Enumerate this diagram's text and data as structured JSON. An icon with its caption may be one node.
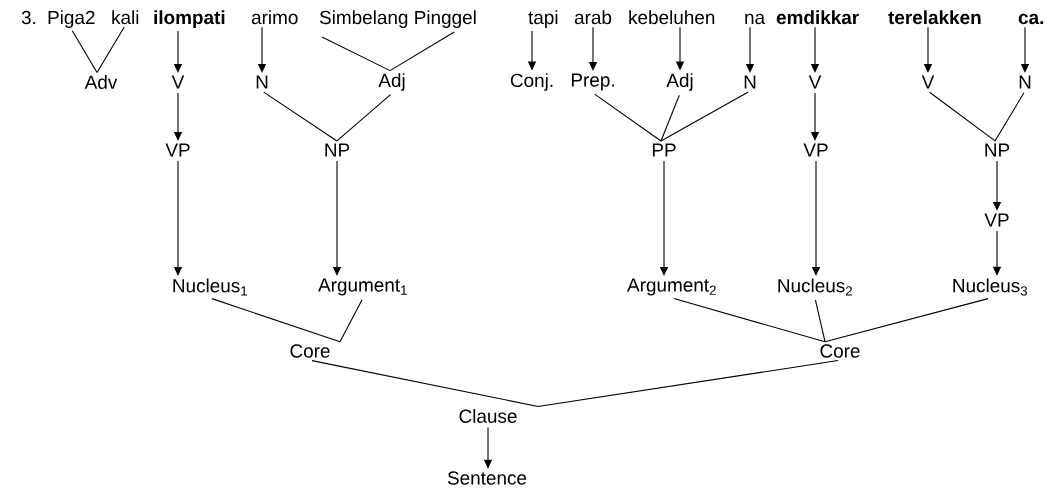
{
  "diagram": {
    "nodes": [
      {
        "text": [
          "Piga2"
        ]
      },
      {
        "text": [
          "kali"
        ]
      },
      {
        "text": [
          "ilompati"
        ]
      },
      {
        "text": [
          "arimo"
        ]
      },
      {
        "text": [
          "Simbelang Pinggel"
        ]
      },
      {
        "text": [
          "tapi"
        ]
      },
      {
        "text": [
          "arab"
        ]
      },
      {
        "text": [
          "kebeluhen"
        ]
      },
      {
        "text": [
          "na"
        ]
      },
      {
        "text": [
          "emdikkar"
        ]
      },
      {
        "text": [
          "terelakken"
        ]
      },
      {
        "text": [
          "ca."
        ]
      },
      {
        "text": [
          "Adv"
        ]
      },
      {
        "text": [
          "V"
        ]
      },
      {
        "text": [
          "N"
        ]
      },
      {
        "text": [
          "Adj"
        ]
      },
      {
        "text": [
          "Conj."
        ]
      },
      {
        "text": [
          "Prep."
        ]
      },
      {
        "text": [
          "Adj"
        ]
      },
      {
        "text": [
          "N"
        ]
      },
      {
        "text": [
          "V"
        ]
      },
      {
        "text": [
          "V"
        ]
      },
      {
        "text": [
          "N"
        ]
      },
      {
        "text": [
          "VP"
        ]
      },
      {
        "text": [
          "NP"
        ]
      },
      {
        "text": [
          "PP"
        ]
      },
      {
        "text": [
          "VP"
        ]
      },
      {
        "text": [
          "NP"
        ]
      },
      {
        "text": [
          "VP"
        ]
      },
      {
        "text": [
          "Nucleus$_{1}$"
        ]
      },
      {
        "text": [
          "Argument$_{1}$"
        ]
      },
      {
        "text": [
          "Argument$_{2}$"
        ]
      },
      {
        "text": [
          "Nucleus$_{2}$"
        ]
      },
      {
        "text": [
          "Nucleus$_{3}$"
        ]
      },
      {
        "text": [
          "Core"
        ]
      },
      {
        "text": [
          "Core"
        ]
      },
      {
        "text": [
          "Clause"
        ]
      },
      {
        "text": [
          "Sentence"
        ]
      }
    ],
    "edges": [
      {
        "from": 0,
        "to": 12,
        "arrow": "none"
      },
      {
        "from": 1,
        "to": 12,
        "arrow": "none"
      },
      {
        "from": 2,
        "to": 13,
        "arrow": "to"
      },
      {
        "from": 3,
        "to": 14,
        "arrow": "to"
      },
      {
        "from": 4,
        "to": 15,
        "arrow": "none"
      },
      {
        "from": 5,
        "to": 16,
        "arrow": "to"
      },
      {
        "from": 6,
        "to": 17,
        "arrow": "to"
      },
      {
        "from": 7,
        "to": 18,
        "arrow": "to"
      },
      {
        "from": 8,
        "to": 19,
        "arrow": "to"
      },
      {
        "from": 9,
        "to": 20,
        "arrow": "to"
      },
      {
        "from": 10,
        "to": 21,
        "arrow": "to"
      },
      {
        "from": 11,
        "to": 22,
        "arrow": "to"
      },
      {
        "from": 13,
        "to": 23,
        "arrow": "to"
      },
      {
        "from": 14,
        "to": 24,
        "arrow": "none"
      },
      {
        "from": 15,
        "to": 24,
        "arrow": "none"
      },
      {
        "from": 17,
        "to": 25,
        "arrow": "none"
      },
      {
        "from": 18,
        "to": 25,
        "arrow": "none"
      },
      {
        "from": 19,
        "to": 25,
        "arrow": "none"
      },
      {
        "from": 20,
        "to": 26,
        "arrow": "to"
      },
      {
        "from": 21,
        "to": 27,
        "arrow": "none"
      },
      {
        "from": 22,
        "to": 27,
        "arrow": "none"
      },
      {
        "from": 27,
        "to": 28,
        "arrow": "to"
      },
      {
        "from": 23,
        "to": 29,
        "arrow": "to"
      },
      {
        "from": 24,
        "to": 30,
        "arrow": "to"
      },
      {
        "from": 25,
        "to": 31,
        "arrow": "to"
      },
      {
        "from": 26,
        "to": 32,
        "arrow": "to"
      },
      {
        "from": 28,
        "to": 33,
        "arrow": "to"
      },
      {
        "from": 29,
        "to": 34,
        "arrow": "none"
      },
      {
        "from": 30,
        "to": 34,
        "arrow": "none"
      },
      {
        "from": 31,
        "to": 35,
        "arrow": "none"
      },
      {
        "from": 32,
        "to": 35,
        "arrow": "none"
      },
      {
        "from": 33,
        "to": 35,
        "arrow": "none"
      },
      {
        "from": 34,
        "to": 36,
        "arrow": "none"
      },
      {
        "from": 35,
        "to": 36,
        "arrow": "none"
      },
      {
        "from": 36,
        "to": 37,
        "arrow": "to"
      }
    ],
    "labels": [
      "3."
    ]
  }
}
